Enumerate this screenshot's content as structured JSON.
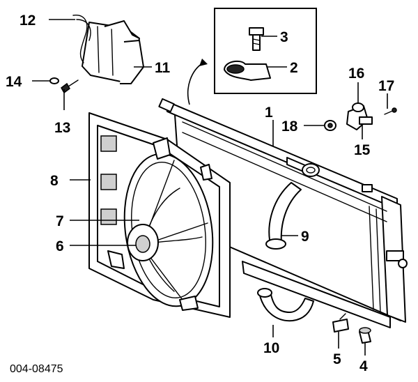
{
  "diagram": {
    "document_code": "004-08475",
    "callouts": {
      "c1": "1",
      "c2": "2",
      "c3": "3",
      "c4": "4",
      "c5": "5",
      "c6": "6",
      "c7": "7",
      "c8": "8",
      "c9": "9",
      "c10": "10",
      "c11": "11",
      "c12": "12",
      "c13": "13",
      "c14": "14",
      "c15": "15",
      "c16": "16",
      "c17": "17",
      "c18": "18"
    }
  }
}
